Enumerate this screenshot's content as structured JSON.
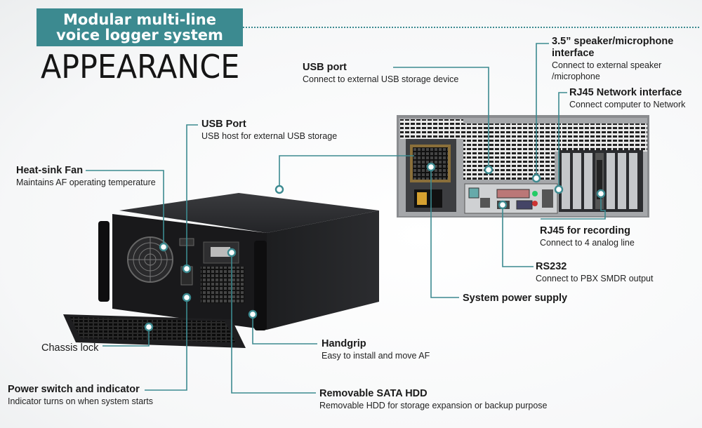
{
  "header": {
    "banner_line1": "Modular multi-line",
    "banner_line2": "voice logger system",
    "title": "APPEARANCE"
  },
  "colors": {
    "accent": "#3c8a90",
    "chassis": "#1b1c1e",
    "background": "#ffffff"
  },
  "callouts": {
    "usb_port_rear": {
      "title": "USB port",
      "desc": "Connect to external USB storage device"
    },
    "speaker_mic": {
      "title1": "3.5” speaker/microphone",
      "title2": "interface",
      "desc1": "Connect to external speaker",
      "desc2": "/microphone"
    },
    "rj45_network": {
      "title": "RJ45 Network interface",
      "desc": "Connect computer to Network"
    },
    "usb_port_front": {
      "title": "USB Port",
      "desc": "USB host for external USB storage"
    },
    "heatsink_fan": {
      "title": "Heat-sink Fan",
      "desc": "Maintains AF operating temperature"
    },
    "rj45_recording": {
      "title": "RJ45 for recording",
      "desc": "Connect to 4 analog line"
    },
    "rs232": {
      "title": "RS232",
      "desc": "Connect to PBX SMDR output"
    },
    "power_supply": {
      "title": "System power supply"
    },
    "chassis_lock": {
      "title": "Chassis lock"
    },
    "handgrip": {
      "title": "Handgrip",
      "desc": "Easy to install and move AF"
    },
    "power_switch": {
      "title": "Power switch and indicator",
      "desc": "Indicator turns on when system starts"
    },
    "sata_hdd": {
      "title": "Removable SATA HDD",
      "desc": "Removable HDD for storage expansion or backup purpose"
    }
  }
}
